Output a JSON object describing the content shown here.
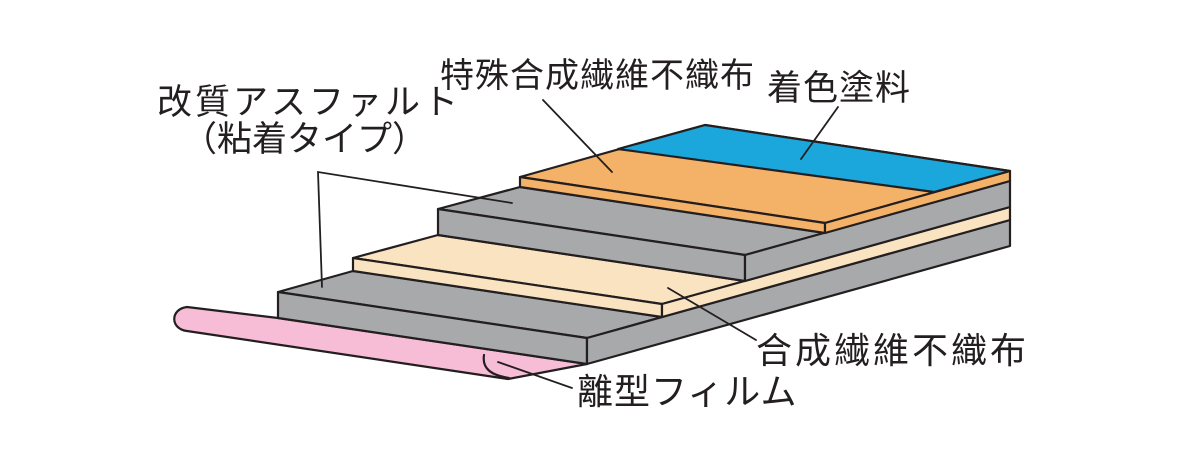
{
  "figure": {
    "type": "layer-structure-diagram",
    "description_visible": false,
    "background": "#ffffff",
    "outline_color": "#231F20",
    "labels": {
      "modified_asphalt_line1": "改質アスファルト",
      "modified_asphalt_line2": "（粘着タイプ）",
      "special_nonwoven": "特殊合成繊維不織布",
      "colored_paint": "着色塗料",
      "synthetic_nonwoven": "合成繊維不織布",
      "release_film": "離型フィルム"
    },
    "layers_top_to_bottom": [
      {
        "id": "colored-paint",
        "label": "着色塗料",
        "color": "#1BA7DC"
      },
      {
        "id": "special-synthetic-fiber-nonwoven",
        "label": "特殊合成繊維不織布",
        "color": "#F4B168"
      },
      {
        "id": "modified-asphalt-adhesive-upper",
        "label": "改質アスファルト（粘着タイプ）",
        "color": "#A8A9AB"
      },
      {
        "id": "synthetic-fiber-nonwoven",
        "label": "合成繊維不織布",
        "color": "#FAE3C1"
      },
      {
        "id": "modified-asphalt-adhesive-lower",
        "label": "改質アスファルト（粘着タイプ）",
        "color": "#A8A9AB"
      },
      {
        "id": "release-film",
        "label": "離型フィルム",
        "color": "#F8BDD6"
      }
    ],
    "colors": {
      "blue": "#1BA7DC",
      "orange": "#F4B168",
      "gray": "#A8A9AB",
      "cream": "#FAE3C1",
      "pink": "#F8BDD6",
      "ink": "#231F20"
    }
  }
}
